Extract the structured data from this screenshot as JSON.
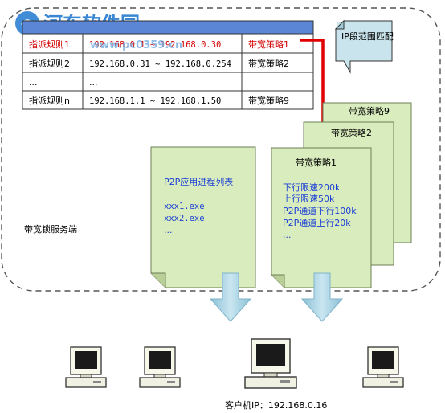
{
  "watermark": {
    "title": "河东软件园",
    "url": "www.pc0359.cn"
  },
  "table": {
    "rows": [
      {
        "rule": "指派规则1",
        "range": "192.168.0.1 ~ 192.168.0.30",
        "policy": "带宽策略1",
        "highlight": true
      },
      {
        "rule": "指派规则2",
        "range": "192.168.0.31 ~ 192.168.0.254",
        "policy": "带宽策略2",
        "highlight": false
      },
      {
        "rule": "...",
        "range": "...",
        "policy": "",
        "highlight": false
      },
      {
        "rule": "指派规则n",
        "range": "192.168.1.1 ~ 192.168.1.50",
        "policy": "带宽策略9",
        "highlight": false
      }
    ]
  },
  "callout": {
    "text": "IP段范围匹配"
  },
  "server_label": "带宽锁服务端",
  "process_doc": {
    "title": "P2P应用进程列表",
    "items": [
      "xxx1.exe",
      "xxx2.exe",
      "..."
    ]
  },
  "policy_stack": {
    "back_titles": [
      "带宽策略9",
      "带宽策略2"
    ],
    "front_title": "带宽策略1",
    "front_lines": [
      "下行限速200k",
      "上行限速50k",
      "P2P通道下行100k",
      "P2P通道上行20k",
      "..."
    ]
  },
  "client_label": "客户机IP：192.168.0.16",
  "colors": {
    "doc_fill": "#d9ecbd",
    "doc_stroke": "#6d7f57",
    "text_blue": "#1a3fd6",
    "highlight_red": "#d40000",
    "arrow_red": "#e00000",
    "arrow_blue": "#a9d2e2",
    "header_blue": "#5b86d6"
  },
  "icons": [
    "computer-icon",
    "down-arrow-icon",
    "red-arrow-icon"
  ]
}
